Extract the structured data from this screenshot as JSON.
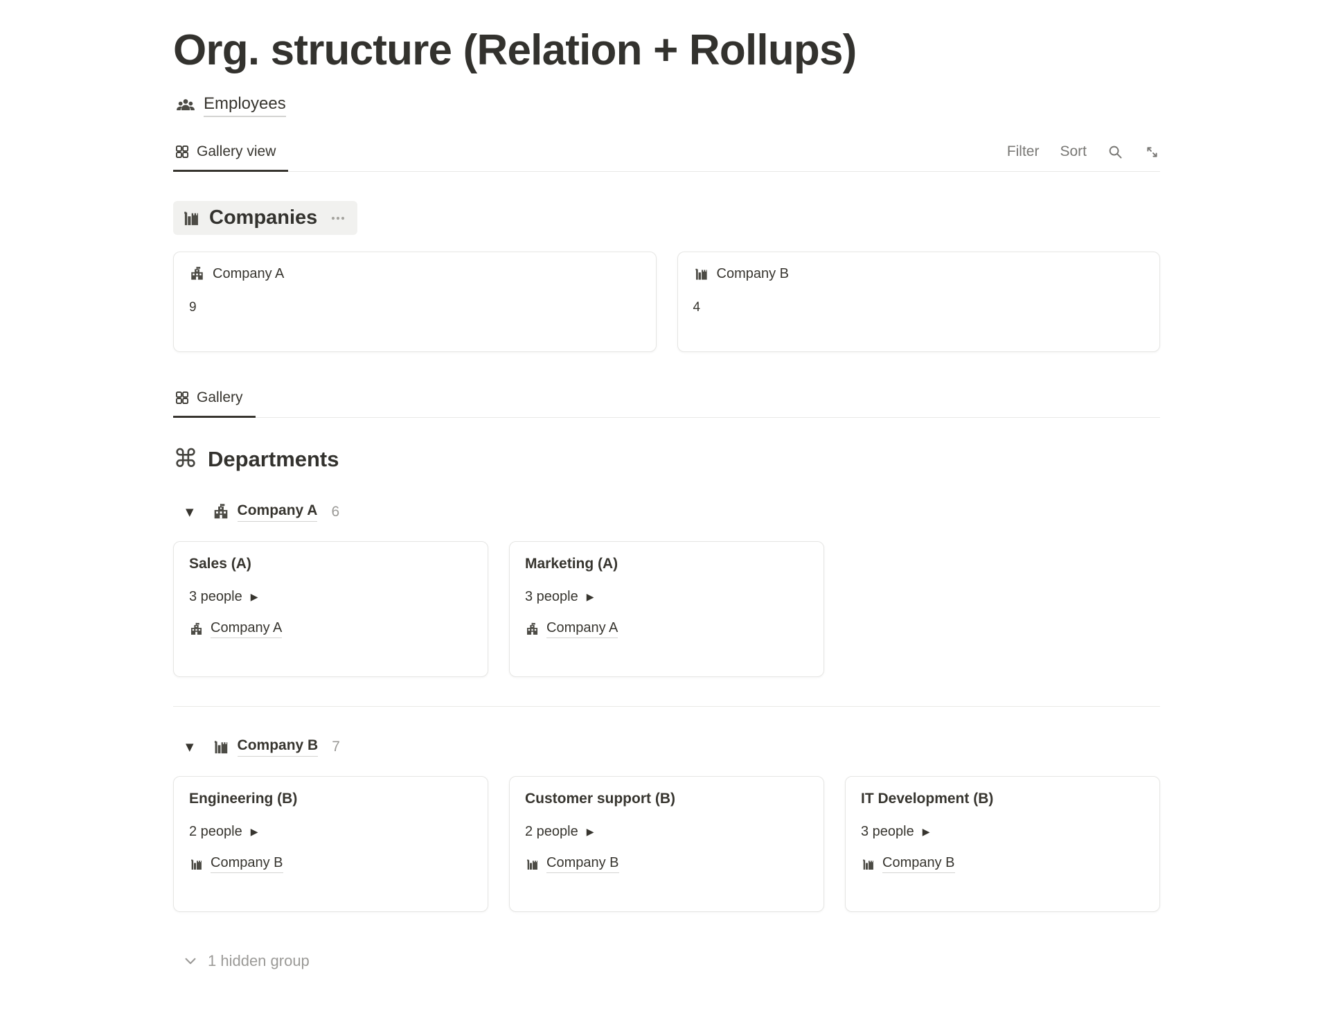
{
  "page": {
    "title": "Org. structure (Relation + Rollups)"
  },
  "source": {
    "label": "Employees",
    "icon": "people-icon"
  },
  "toolbar": {
    "tab_label": "Gallery view",
    "filter_label": "Filter",
    "sort_label": "Sort",
    "icons": [
      "gallery-icon",
      "search-icon",
      "expand-icon"
    ]
  },
  "companies": {
    "title": "Companies",
    "icon": "factory-icon",
    "menu_icon": "ellipsis-icon",
    "cards": [
      {
        "name": "Company A",
        "value": "9",
        "icon": "school-icon"
      },
      {
        "name": "Company B",
        "value": "4",
        "icon": "factory-icon"
      }
    ]
  },
  "gallery_tab": {
    "label": "Gallery",
    "icon": "gallery-icon"
  },
  "departments": {
    "title": "Departments",
    "icon": "command-icon",
    "groups": [
      {
        "name": "Company A",
        "count": "6",
        "icon": "school-icon",
        "cards": [
          {
            "title": "Sales (A)",
            "people": "3 people",
            "company": "Company A",
            "company_icon": "school-icon"
          },
          {
            "title": "Marketing (A)",
            "people": "3 people",
            "company": "Company A",
            "company_icon": "school-icon"
          }
        ]
      },
      {
        "name": "Company B",
        "count": "7",
        "icon": "factory-icon",
        "cards": [
          {
            "title": "Engineering (B)",
            "people": "2 people",
            "company": "Company B",
            "company_icon": "factory-icon"
          },
          {
            "title": "Customer support (B)",
            "people": "2 people",
            "company": "Company B",
            "company_icon": "factory-icon"
          },
          {
            "title": "IT Development (B)",
            "people": "3 people",
            "company": "Company B",
            "company_icon": "factory-icon"
          }
        ]
      }
    ],
    "hidden_label": "1 hidden group"
  },
  "colors": {
    "text_primary": "#37352f",
    "text_gray": "#787774",
    "text_light_gray": "#9b9a97",
    "border": "#e9e9e7",
    "pill_background": "#f1f1ef",
    "active_tab_underline": "#37352f"
  }
}
